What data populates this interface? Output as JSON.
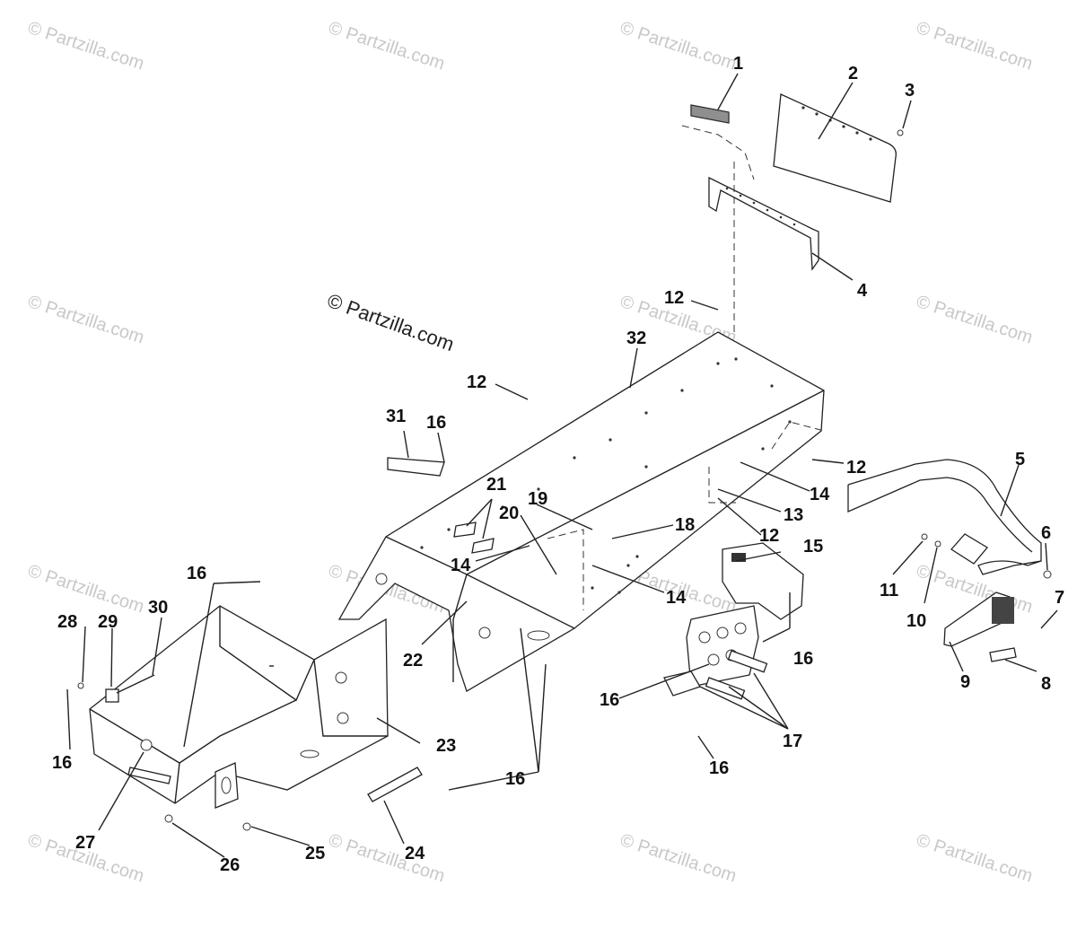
{
  "watermarks": {
    "faint": "© Partzilla.com",
    "main": "© Partzilla.com"
  },
  "callouts": {
    "c1": "1",
    "c2": "2",
    "c3": "3",
    "c4": "4",
    "c5": "5",
    "c6": "6",
    "c7": "7",
    "c8": "8",
    "c9": "9",
    "c10": "10",
    "c11": "11",
    "c12a": "12",
    "c12b": "12",
    "c12c": "12",
    "c12d": "12",
    "c13": "13",
    "c14a": "14",
    "c14b": "14",
    "c14c": "14",
    "c15": "15",
    "c16a": "16",
    "c16b": "16",
    "c16c": "16",
    "c16d": "16",
    "c16e": "16",
    "c16f": "16",
    "c16g": "16",
    "c17": "17",
    "c18": "18",
    "c19": "19",
    "c20": "20",
    "c21": "21",
    "c22": "22",
    "c23": "23",
    "c24": "24",
    "c25": "25",
    "c26": "26",
    "c27": "27",
    "c28": "28",
    "c29": "29",
    "c30": "30",
    "c31": "31",
    "c32": "32"
  }
}
